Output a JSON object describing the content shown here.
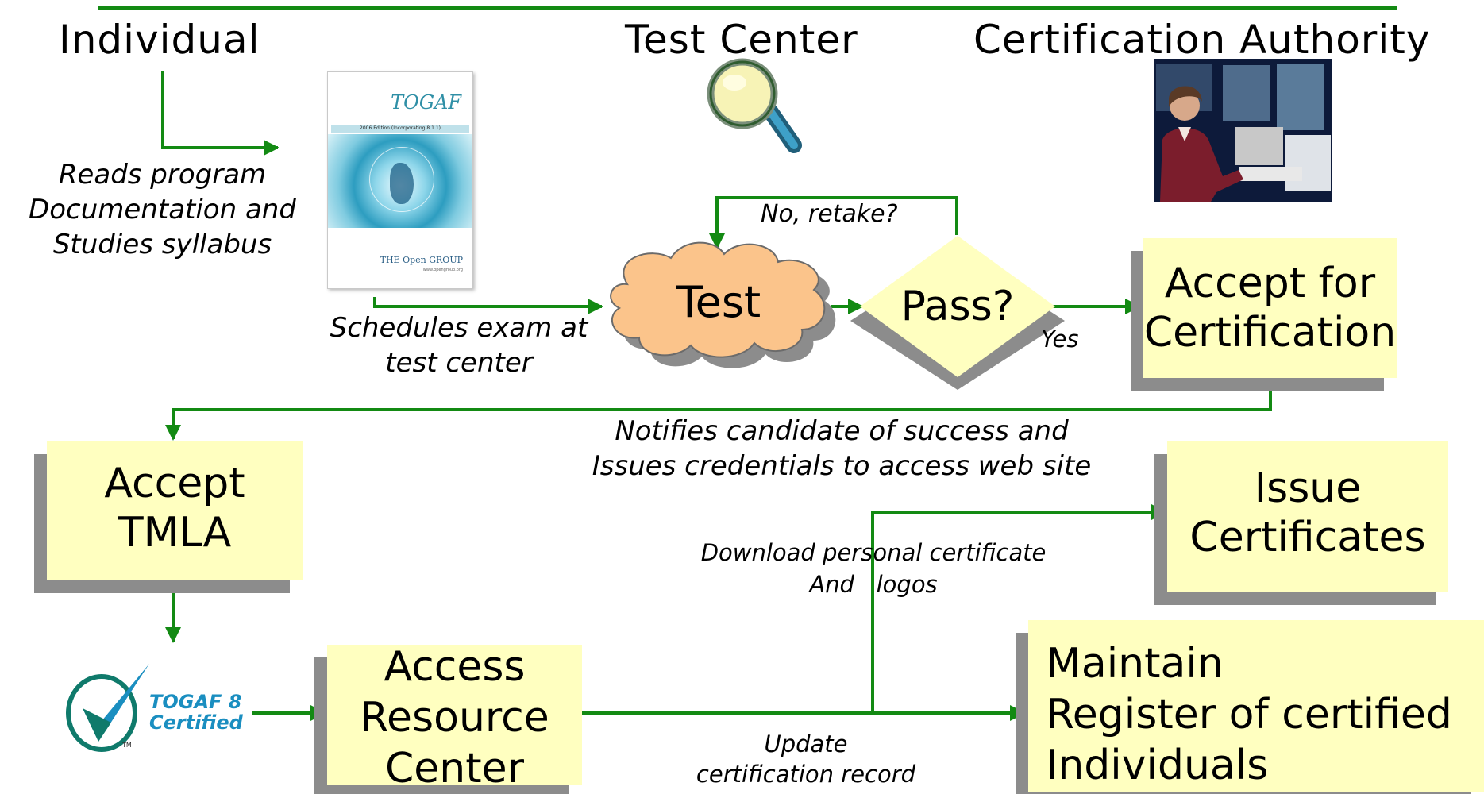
{
  "headers": {
    "individual": "Individual",
    "test_center": "Test Center",
    "certification_authority": "Certification Authority"
  },
  "notes": {
    "reads_line1": "Reads program",
    "reads_line2": "Documentation and",
    "reads_line3": "Studies syllabus",
    "schedules_line1": "Schedules exam at",
    "schedules_line2": "test center",
    "no_retake": "No, retake?",
    "yes": "Yes",
    "notifies_line1": "Notifies candidate of success and",
    "notifies_line2": "Issues credentials to access web site",
    "download_line1": "Download personal certificate",
    "download_line2": "And   logos",
    "update_line1": "Update",
    "update_line2": "certification record"
  },
  "nodes": {
    "test": "Test",
    "pass": "Pass?",
    "accept_cert_line1": "Accept for",
    "accept_cert_line2": "Certification",
    "accept_tmla_line1": "Accept",
    "accept_tmla_line2": "TMLA",
    "issue_line1": "Issue",
    "issue_line2": "Certificates",
    "access_line1": "Access",
    "access_line2": "Resource",
    "access_line3": "Center",
    "maintain_line1": "Maintain",
    "maintain_line2": "Register of certified",
    "maintain_line3": "Individuals"
  },
  "book": {
    "title": "TOGAF",
    "edition": "2006 Edition (Incorporating 8.1.1)",
    "publisher": "THE Open GROUP",
    "url": "www.opengroup.org"
  },
  "logo": {
    "line1": "TOGAF 8",
    "line2": "Certified",
    "tm": "TM"
  },
  "colors": {
    "connector": "#138a13",
    "box_fill": "#ffffc0",
    "box_shadow": "#8c8c8c",
    "cloud_fill": "#fbc48b"
  }
}
